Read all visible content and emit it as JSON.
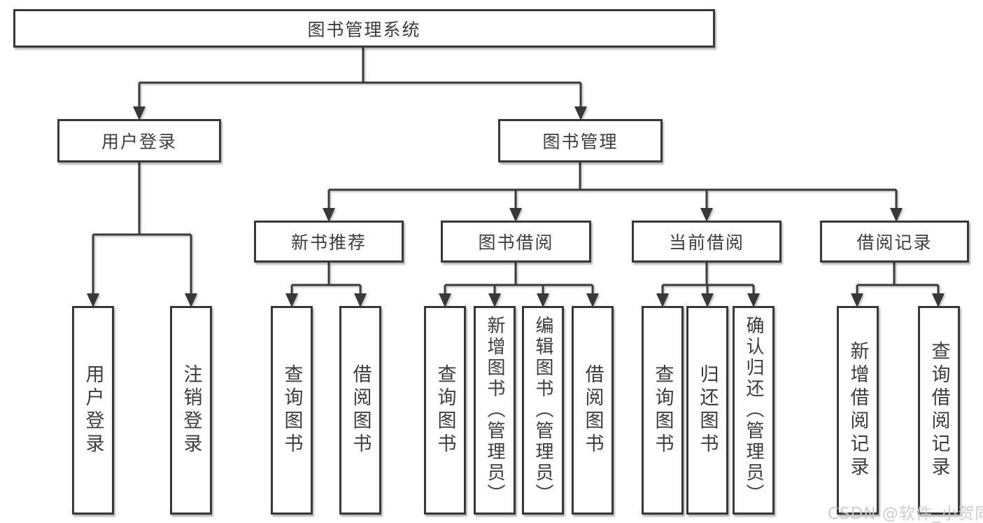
{
  "diagram": {
    "root": "图书管理系统",
    "branches": {
      "user_login": "用户登录",
      "book_management": "图书管理"
    },
    "modules": {
      "new_book_recommend": "新书推荐",
      "book_borrow": "图书借阅",
      "current_borrow": "当前借阅",
      "borrow_records": "借阅记录"
    },
    "leaves": {
      "user_login": "用户登录",
      "logout": "注销登录",
      "query_book_recommend": "查询图书",
      "borrow_book_recommend": "借阅图书",
      "query_book_borrow": "查询图书",
      "add_book_admin": "新增图书（管理员）",
      "edit_book_admin": "编辑图书（管理员）",
      "borrow_book": "借阅图书",
      "query_book_current": "查询图书",
      "return_book": "归还图书",
      "confirm_return_admin": "确认归还（管理员）",
      "add_borrow_record": "新增借阅记录",
      "query_borrow_record": "查询借阅记录"
    }
  },
  "watermark": "CSDN @软件_小贺同学",
  "colors": {
    "line": "#3a3a3a",
    "text": "#3c3c3c",
    "box_background": "#ffffff",
    "watermark": "#c9c9c9"
  }
}
